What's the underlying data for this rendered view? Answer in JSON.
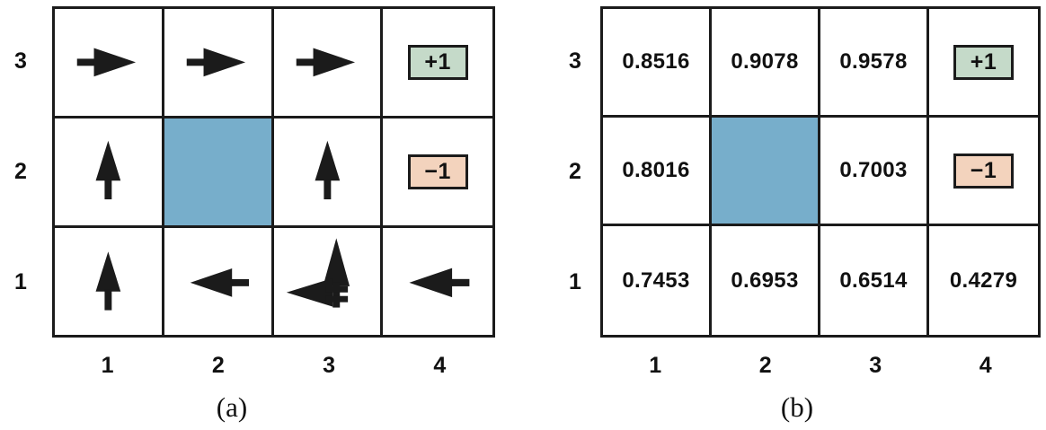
{
  "panel_a": {
    "caption": "(a)",
    "row_labels": [
      "3",
      "2",
      "1"
    ],
    "col_labels": [
      "1",
      "2",
      "3",
      "4"
    ],
    "grid": [
      [
        {
          "type": "arrow",
          "dir": "right"
        },
        {
          "type": "arrow",
          "dir": "right"
        },
        {
          "type": "arrow",
          "dir": "right"
        },
        {
          "type": "terminal",
          "sign": "pos",
          "label": "+1"
        }
      ],
      [
        {
          "type": "arrow",
          "dir": "up"
        },
        {
          "type": "wall"
        },
        {
          "type": "arrow",
          "dir": "up"
        },
        {
          "type": "terminal",
          "sign": "neg",
          "label": "−1"
        }
      ],
      [
        {
          "type": "arrow",
          "dir": "up"
        },
        {
          "type": "arrow",
          "dir": "left"
        },
        {
          "type": "arrow",
          "dir": "up-left"
        },
        {
          "type": "arrow",
          "dir": "left"
        }
      ]
    ]
  },
  "panel_b": {
    "caption": "(b)",
    "row_labels": [
      "3",
      "2",
      "1"
    ],
    "col_labels": [
      "1",
      "2",
      "3",
      "4"
    ],
    "grid": [
      [
        {
          "type": "value",
          "value": "0.8516"
        },
        {
          "type": "value",
          "value": "0.9078"
        },
        {
          "type": "value",
          "value": "0.9578"
        },
        {
          "type": "terminal",
          "sign": "pos",
          "label": "+1"
        }
      ],
      [
        {
          "type": "value",
          "value": "0.8016"
        },
        {
          "type": "wall"
        },
        {
          "type": "value",
          "value": "0.7003"
        },
        {
          "type": "terminal",
          "sign": "neg",
          "label": "−1"
        }
      ],
      [
        {
          "type": "value",
          "value": "0.7453"
        },
        {
          "type": "value",
          "value": "0.6953"
        },
        {
          "type": "value",
          "value": "0.6514"
        },
        {
          "type": "value",
          "value": "0.4279"
        }
      ]
    ]
  },
  "colors": {
    "wall_blue": "#77aecb",
    "terminal_positive_bg": "#c5dac9",
    "terminal_negative_bg": "#f3d3bd",
    "line": "#1b1b1b"
  }
}
